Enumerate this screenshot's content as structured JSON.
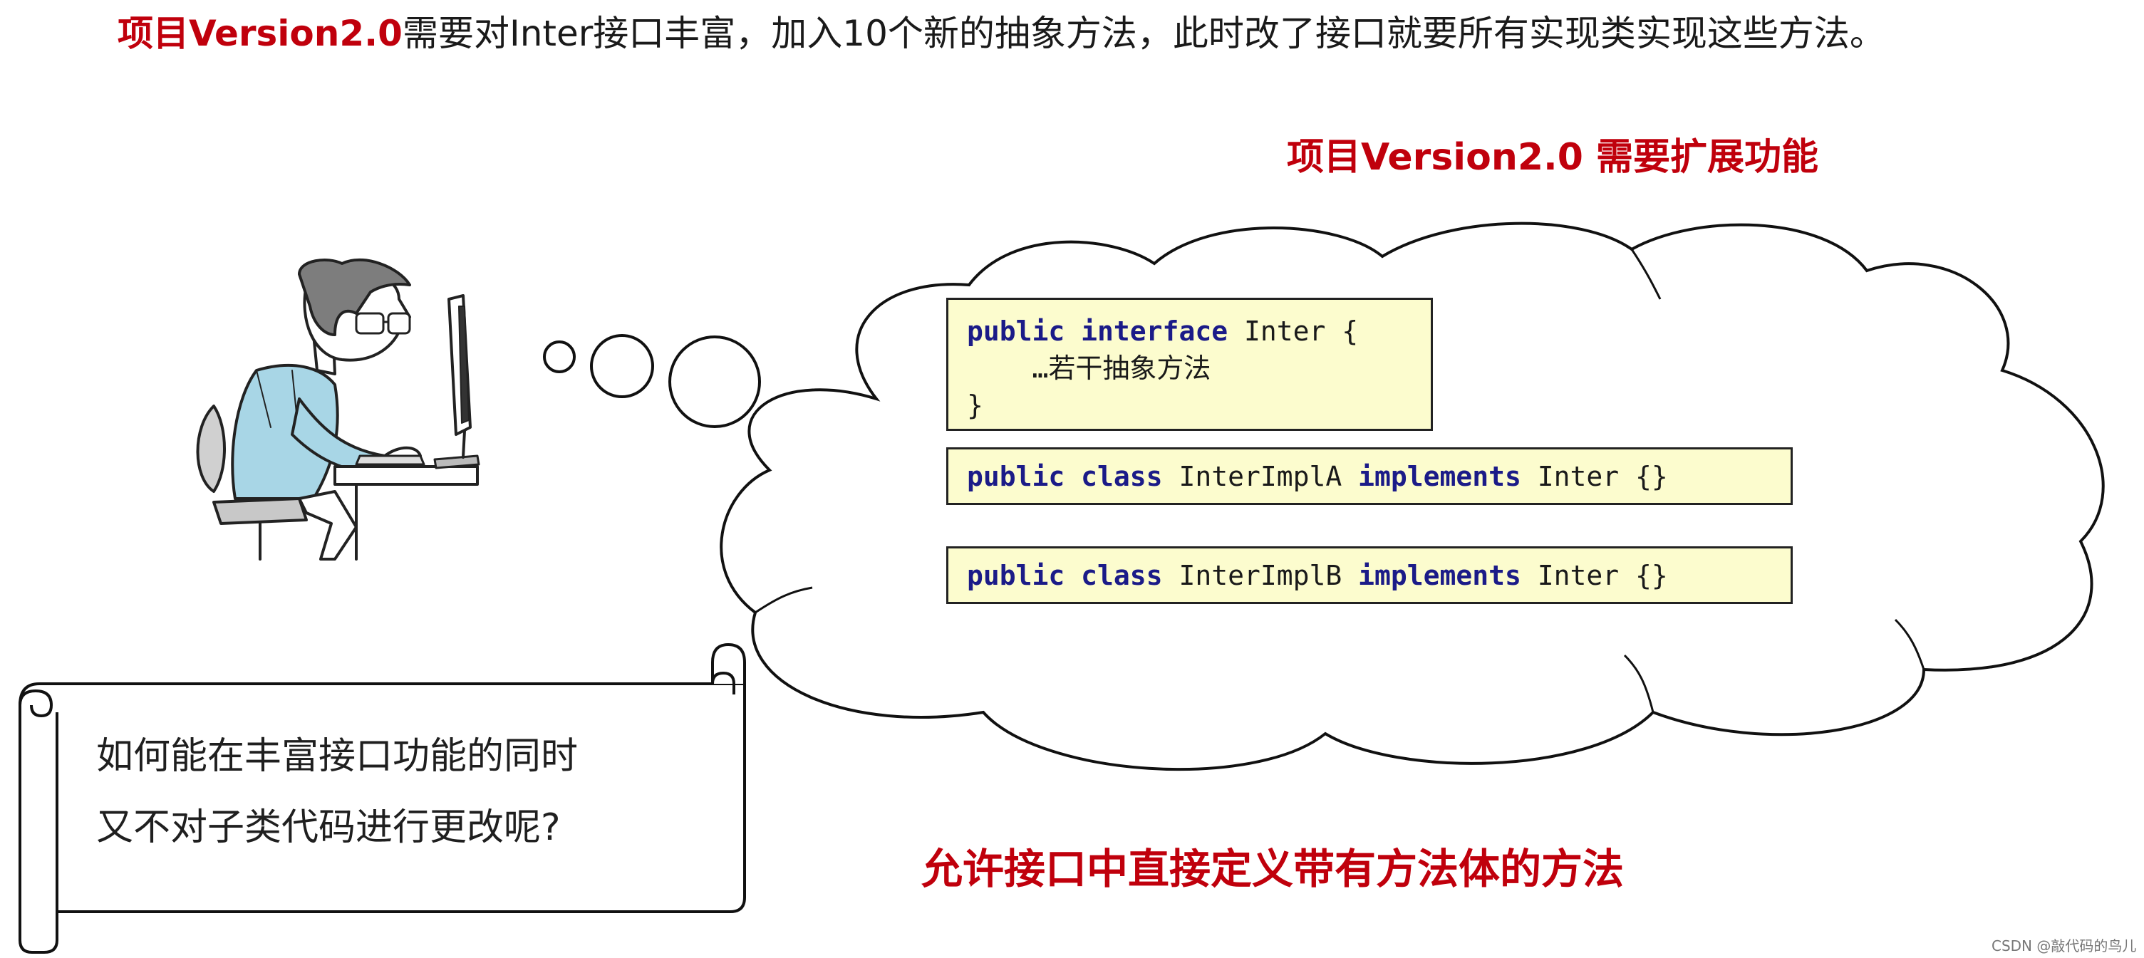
{
  "headline": {
    "highlight": "项目Version2.0",
    "text": "需要对Inter接口丰富，加入10个新的抽象方法，此时改了接口就要所有实现类实现这些方法。"
  },
  "subtitle": "项目Version2.0  需要扩展功能",
  "code": {
    "interface": {
      "kw1": "public",
      "kw2": "interface",
      "line1_rest": " Inter {",
      "line2": "    …若干抽象方法",
      "line3": "}"
    },
    "impl_a": {
      "kw1": "public",
      "kw2": "class",
      "name": " InterImplA ",
      "kw3": "implements",
      "rest": " Inter {}"
    },
    "impl_b": {
      "kw1": "public",
      "kw2": "class",
      "name": " InterImplB ",
      "kw3": "implements",
      "rest": " Inter {}"
    }
  },
  "scroll": {
    "line1": "如何能在丰富接口功能的同时",
    "line2": "又不对子类代码进行更改呢?"
  },
  "answer": "允许接口中直接定义带有方法体的方法",
  "watermark": "CSDN @敲代码的鸟儿",
  "colors": {
    "accent_red": "#c0000c",
    "code_bg": "#fcfcce",
    "keyword": "#1b1b88"
  },
  "icons": [
    "programmer-illustration",
    "thought-cloud",
    "paper-scroll"
  ]
}
